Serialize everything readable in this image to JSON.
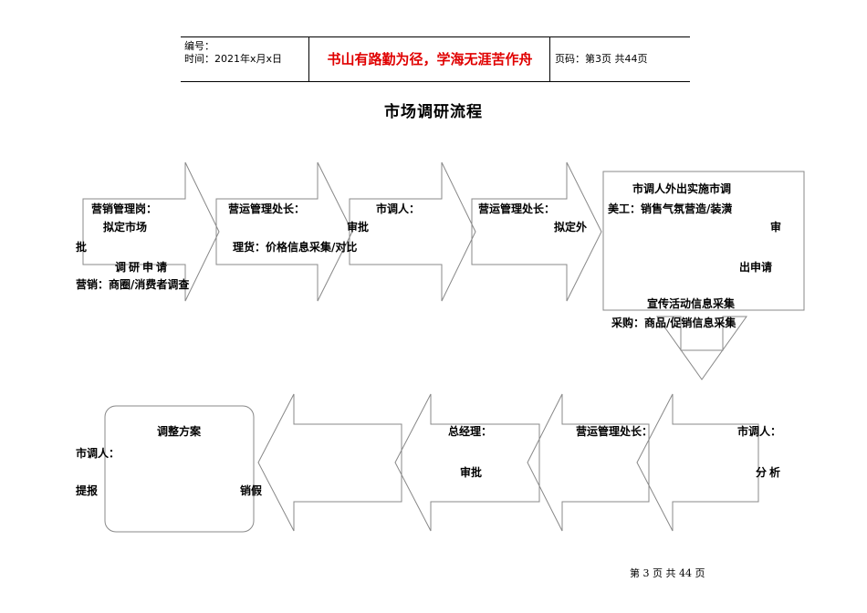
{
  "header": {
    "number_label": "编号：",
    "time_label": "时间：2021年x月x日",
    "motto": "书山有路勤为径，学海无涯苦作舟",
    "page_code": "页码：第3页 共44页"
  },
  "title": "市场调研流程",
  "row1": {
    "s1": [
      "营销管理岗：",
      "拟定市场",
      "批",
      "调研申请",
      "营销：商圈/消费者调查"
    ],
    "s2": [
      "营运管理处长：",
      "审批",
      "理货：价格信息采集/对比"
    ],
    "s3": [
      "市调人："
    ],
    "s4": [
      "营运管理处长：",
      "拟定外"
    ],
    "s5": [
      "市调人外出实施市调",
      "美工：销售气氛营造/装潢",
      "审",
      "出申请",
      "宣传活动信息采集",
      "采购：商品/促销信息采集"
    ]
  },
  "row2": {
    "s1": [
      "调整方案",
      "市调人：",
      "提报",
      "销假"
    ],
    "s3": [
      "总经理：",
      "审批"
    ],
    "s4": [
      "营运管理处长："
    ],
    "s5": [
      "市调人：",
      "分析"
    ]
  },
  "footer": "第 3 页 共 44 页"
}
